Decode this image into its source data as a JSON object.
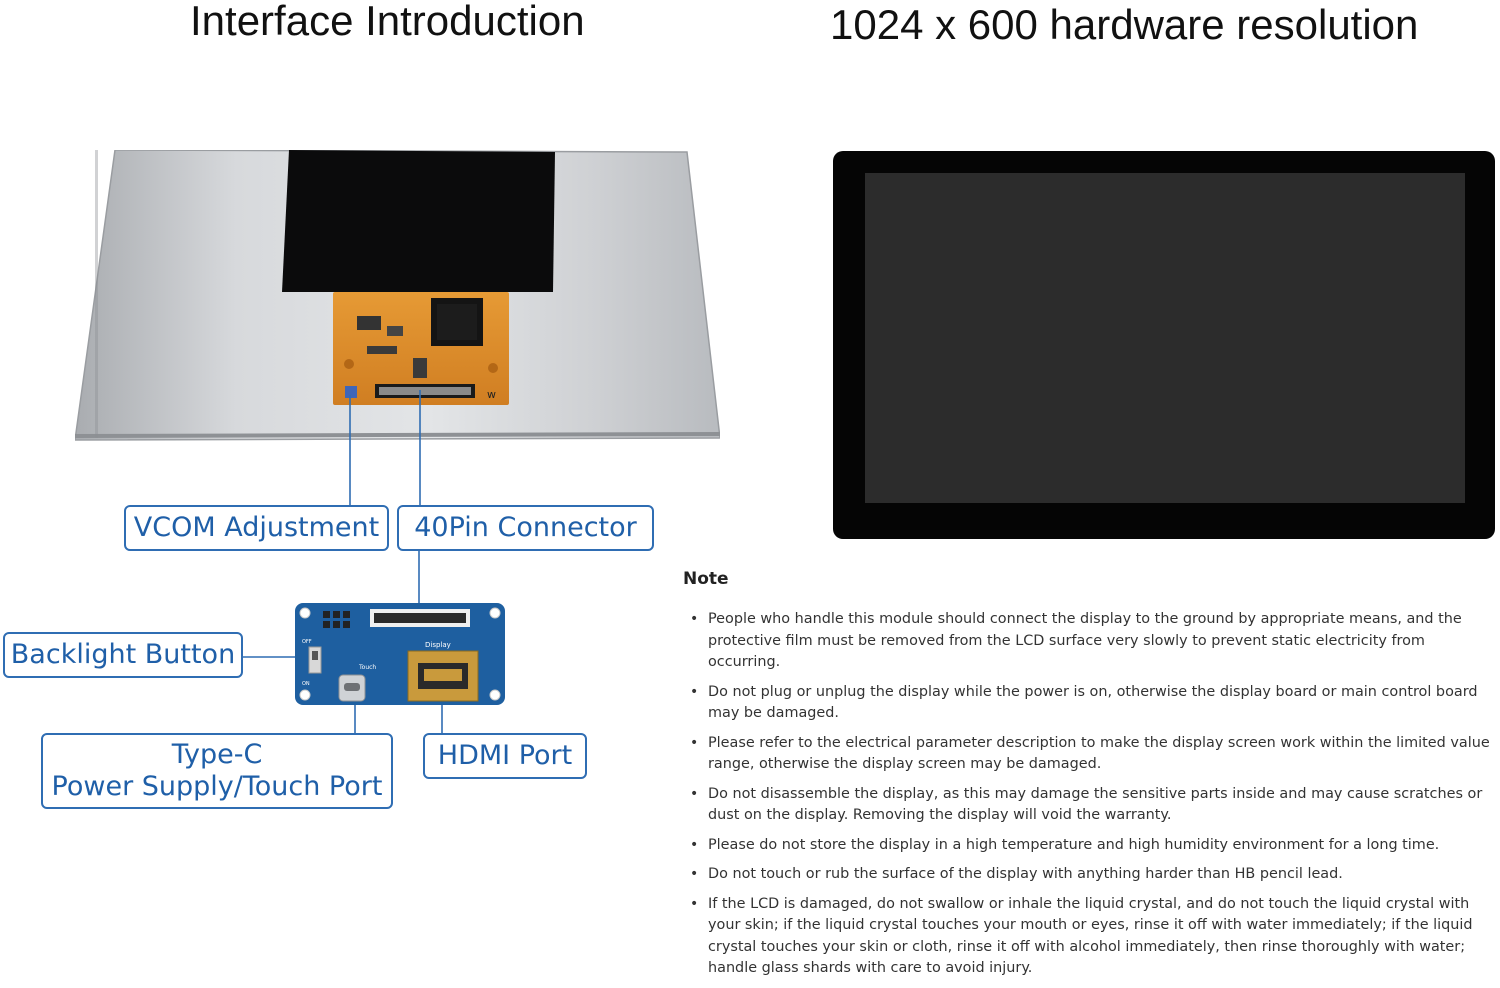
{
  "titles": {
    "left": "Interface Introduction",
    "right": "1024 x 600 hardware resolution"
  },
  "callouts": {
    "vcom": "VCOM Adjustment",
    "pin40": "40Pin Connector",
    "backlight": "Backlight Button",
    "typec_line1": "Type-C",
    "typec_line2": "Power Supply/Touch Port",
    "hdmi": "HDMI Port"
  },
  "board_silkscreen": {
    "display": "Display",
    "touch": "Touch",
    "backlight_off": "OFF",
    "backlight_on": "ON"
  },
  "colors": {
    "callout_border": "#2f6db3",
    "callout_text": "#1f5fa8",
    "pcb_blue": "#1e5fa0",
    "fpc_orange": "#d98a2b"
  },
  "note": {
    "heading": "Note",
    "items": [
      "People who handle this module should connect the display to the ground by appropriate means, and the protective film must be removed from the LCD surface very slowly to prevent static electricity from occurring.",
      "Do not plug or unplug the display while the power is on, otherwise the display board or main control board may be damaged.",
      "Please refer to the electrical parameter description to make the display screen work within the limited value range, otherwise the display screen may be damaged.",
      "Do not disassemble the display, as this may damage the sensitive parts inside and may cause scratches or dust on the display. Removing the display will void the warranty.",
      "Please do not store the display in a high temperature and high humidity environment for a long time.",
      "Do not touch or rub the surface of the display with anything harder than HB pencil lead.",
      "If the LCD is damaged, do not swallow or inhale the liquid crystal, and do not touch the liquid crystal with your skin; if the liquid crystal touches your mouth or eyes, rinse it off with water immediately; if the liquid crystal touches your skin or cloth, rinse it off with alcohol immediately, then rinse thoroughly with water; handle glass shards with care to avoid injury."
    ]
  }
}
